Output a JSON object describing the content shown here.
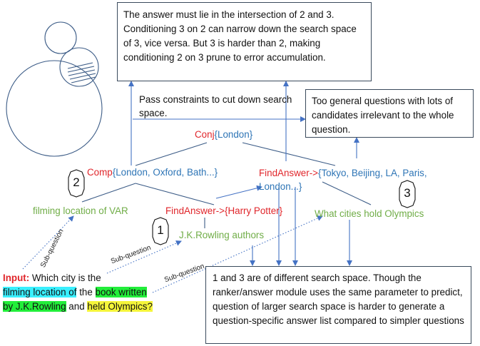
{
  "boxes": {
    "top_right": "The answer must lie in the intersection of 2 and 3. Conditioning 3 on 2 can narrow down the search space of 3, vice versa. But 3 is harder than 2, making conditioning 2 on 3 prune to error accumulation.",
    "general_questions": "Too general questions with lots of candidates  irrelevant to the whole question.",
    "bottom_right": "1 and 3 are of different search space. Though the ranker/answer module uses the same parameter to predict,  question of larger search space is harder to generate a question-specific answer list compared to simpler questions"
  },
  "pass_constraints": "Pass constraints to cut down search space.",
  "conj": {
    "op": "Conj",
    "value": "{London}"
  },
  "comp": {
    "op": "Comp",
    "value": "{London, Oxford, Bath...}"
  },
  "findanswer_right": {
    "op": "FindAnswer->",
    "value_line1": "{Tokyo, Beijing, LA, Paris,",
    "value_line2": "London...}"
  },
  "findanswer_mid": {
    "op": "FindAnswer->",
    "value": "{Harry Potter}"
  },
  "subquestions": {
    "filming": "filming location of VAR",
    "rowling": "J.K.Rowling authors",
    "olympics": "What cities hold Olympics"
  },
  "numbers": {
    "n1": "1",
    "n2": "2",
    "n3": "3"
  },
  "sub_question_label": "Sub-question",
  "input": {
    "label": "Input:",
    "part1": " Which city is the",
    "hl_filming": "filming location of",
    "part2": " the ",
    "hl_book": "book written",
    "hl_by": "by J.K.Rowling",
    "part3": " and ",
    "hl_olympics": "held Olympics?"
  },
  "colors": {
    "operator": "#e0262b",
    "result": "#2e75b6",
    "subquestion": "#70ad47",
    "highlight_cyan": "#39f0ff",
    "highlight_green": "#22ee3a",
    "highlight_yellow": "#f5f53a"
  }
}
